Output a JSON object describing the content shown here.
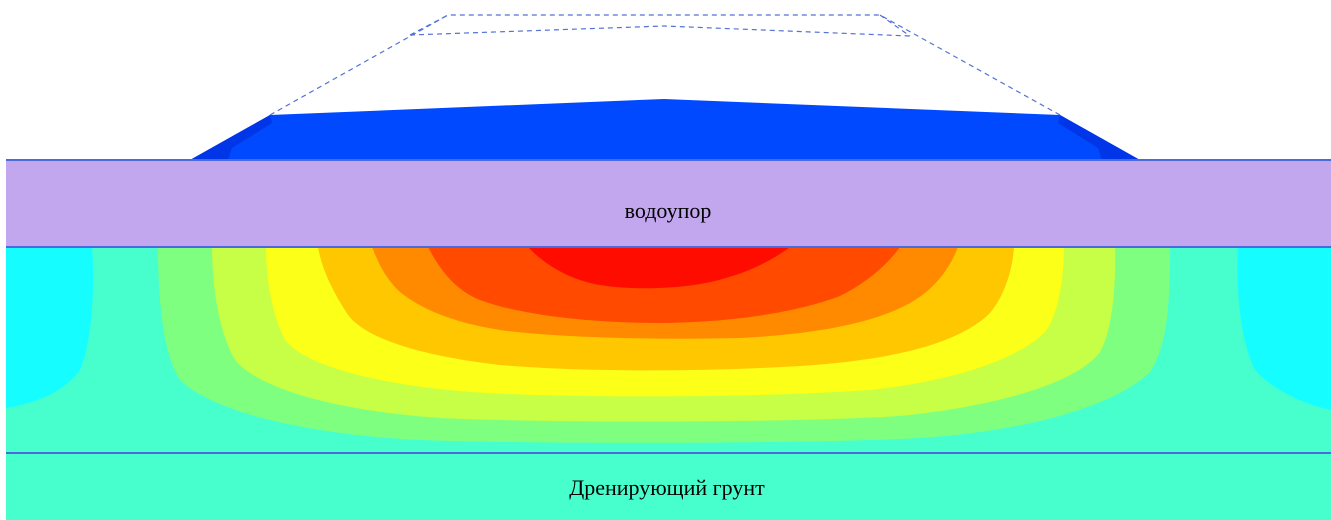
{
  "diagram": {
    "layers": {
      "aquitard": {
        "label": "водоупор",
        "color": "#c3a7ee",
        "border_color": "#4c69dd"
      },
      "drainage_soil": {
        "label": "Дренирующий грунт",
        "color": "#46ffcd",
        "border_color": "#4c69dd"
      }
    },
    "embankment": {
      "fill_color": "#0049ff",
      "edge_color": "#0036e8",
      "outline_style": "dashed",
      "outline_color": "#5472d6"
    },
    "contour_colors": [
      "#46ffcd",
      "#16fdff",
      "#7fff80",
      "#c6ff45",
      "#fcff17",
      "#ffc700",
      "#ff8a00",
      "#ff4a00",
      "#ff0c00"
    ]
  }
}
